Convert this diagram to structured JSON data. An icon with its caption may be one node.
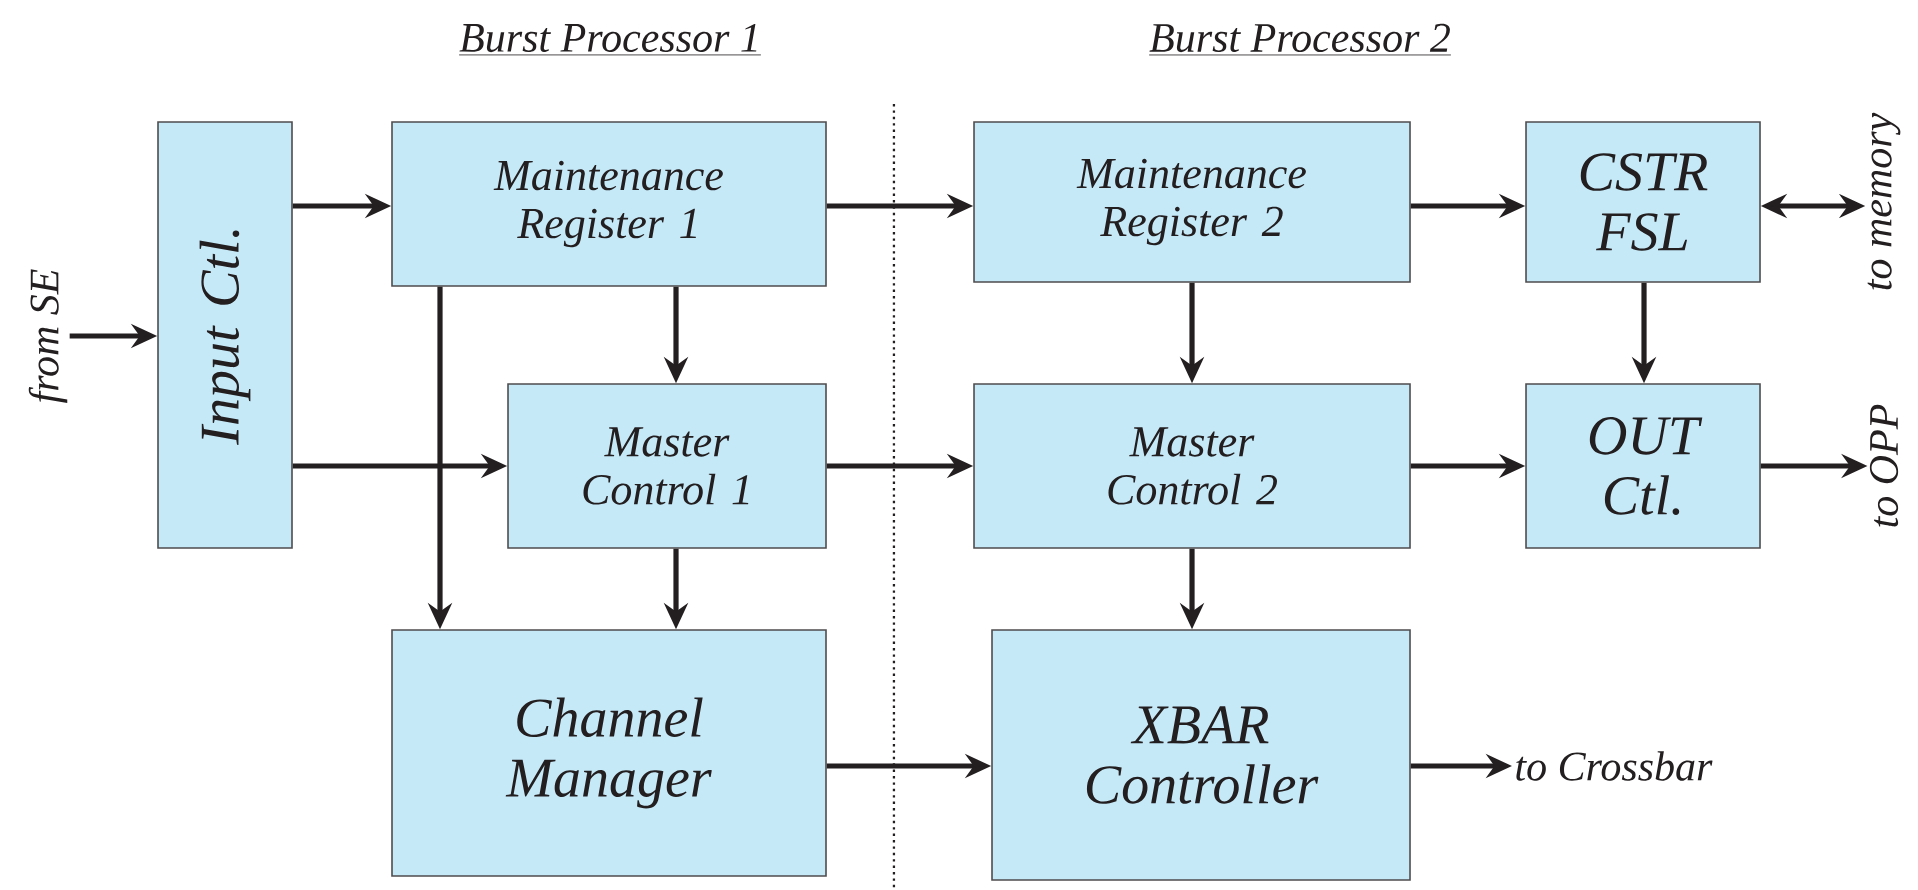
{
  "diagram": {
    "nodes": [
      {
        "text": [
          "Input Ctl."
        ]
      },
      {
        "text": [
          "Maintenance Register 1"
        ]
      },
      {
        "text": [
          "Master Control 1"
        ]
      },
      {
        "text": [
          "Channel Manager"
        ]
      },
      {
        "text": [
          "Maintenance Register 2"
        ]
      },
      {
        "text": [
          "CSTR FSL"
        ]
      },
      {
        "text": [
          "Master Control 2"
        ]
      },
      {
        "text": [
          "OUT Ctl."
        ]
      },
      {
        "text": [
          "XBAR Controller"
        ]
      },
      {
        "text": [
          "from SE"
        ]
      },
      {
        "text": [
          "to memory"
        ]
      },
      {
        "text": [
          "to OPP"
        ]
      },
      {
        "text": [
          "to Crossbar"
        ]
      }
    ],
    "edges": [
      {
        "from": 9,
        "to": 0,
        "arrow": "to"
      },
      {
        "from": 0,
        "to": 1,
        "arrow": "to"
      },
      {
        "from": 0,
        "to": 2,
        "arrow": "to"
      },
      {
        "from": 1,
        "to": 2,
        "arrow": "to"
      },
      {
        "from": 1,
        "to": 3,
        "arrow": "to"
      },
      {
        "from": 2,
        "to": 3,
        "arrow": "to"
      },
      {
        "from": 1,
        "to": 4,
        "arrow": "to"
      },
      {
        "from": 2,
        "to": 6,
        "arrow": "to"
      },
      {
        "from": 3,
        "to": 8,
        "arrow": "to"
      },
      {
        "from": 4,
        "to": 5,
        "arrow": "to"
      },
      {
        "from": 4,
        "to": 6,
        "arrow": "to"
      },
      {
        "from": 5,
        "to": 10,
        "arrow": "both"
      },
      {
        "from": 5,
        "to": 7,
        "arrow": "to"
      },
      {
        "from": 6,
        "to": 7,
        "arrow": "to"
      },
      {
        "from": 7,
        "to": 11,
        "arrow": "to"
      },
      {
        "from": 6,
        "to": 8,
        "arrow": "to"
      },
      {
        "from": 8,
        "to": 12,
        "arrow": "to"
      }
    ],
    "labels": [
      "Burst Processor 1",
      "Burst Processor 2"
    ]
  }
}
